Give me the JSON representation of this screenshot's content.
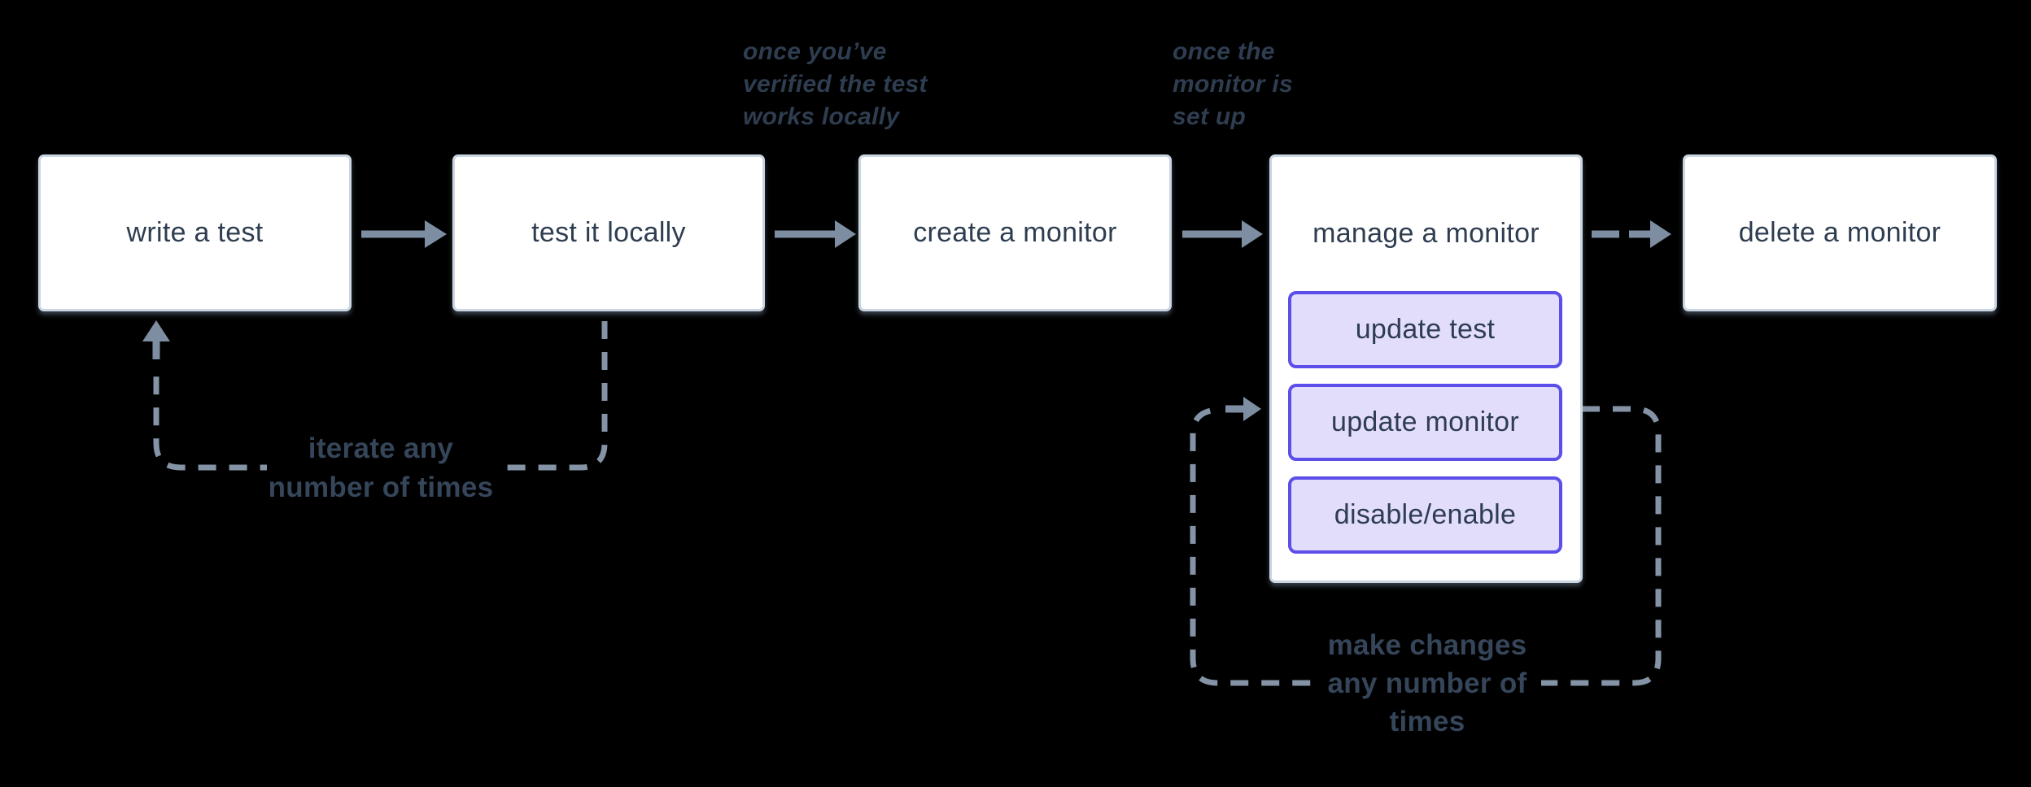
{
  "diagram": {
    "background": "#000000",
    "colors": {
      "node_fill": "#FFFFFF",
      "node_border": "#C9D5E1",
      "node_text": "#2E3D50",
      "action_fill": "#E2DDFA",
      "action_border": "#5B4EE9",
      "arrow": "#7E8EA2",
      "dashed_line": "#8494A6",
      "loop_label_text": "#36465A"
    },
    "nodes": {
      "write_test": {
        "label": "write a test"
      },
      "test_locally": {
        "label": "test it locally"
      },
      "create_monitor": {
        "label": "create a monitor"
      },
      "manage_monitor": {
        "label": "manage a monitor",
        "actions": {
          "update_test": "update test",
          "update_monitor": "update monitor",
          "disable_enable": "disable/enable"
        }
      },
      "delete_monitor": {
        "label": "delete a monitor"
      }
    },
    "annotations": {
      "verified": {
        "lines": [
          "once you’ve",
          "verified the test",
          "works locally"
        ]
      },
      "setup": {
        "lines": [
          "once the",
          "monitor is",
          "set up"
        ]
      }
    },
    "loops": {
      "iterate": {
        "lines": [
          "iterate any",
          "number of times"
        ]
      },
      "changes": {
        "lines": [
          "make changes",
          "any number of",
          "times"
        ]
      }
    }
  }
}
